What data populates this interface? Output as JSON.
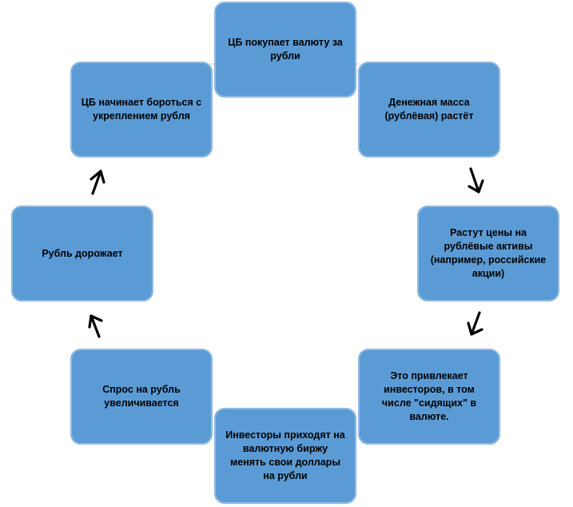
{
  "diagram": {
    "nodes": [
      {
        "id": "cb-buys",
        "text": "ЦБ покупает валюту за рубли"
      },
      {
        "id": "money-supply",
        "text": "Денежная масса (рублёвая) растёт"
      },
      {
        "id": "asset-prices",
        "text": "Растут цены на рублёвые активы (например, российские акции)"
      },
      {
        "id": "attracts-investors",
        "text": "Это привлекает инвесторов, в том числе \"сидящих\" в валюте."
      },
      {
        "id": "investors-exchange",
        "text": "Инвесторы приходят на валютную биржу менять свои доллары на рубли"
      },
      {
        "id": "demand-rises",
        "text": "Спрос на рубль увеличивается"
      },
      {
        "id": "ruble-appreciates",
        "text": "Рубль дорожает"
      },
      {
        "id": "cb-fights",
        "text": "ЦБ начинает бороться с укреплением рубля"
      }
    ],
    "colors": {
      "node_fill": "#5b9bd5",
      "node_border": "#8db4e2",
      "arrow": "#000000",
      "text": "#000000"
    }
  }
}
